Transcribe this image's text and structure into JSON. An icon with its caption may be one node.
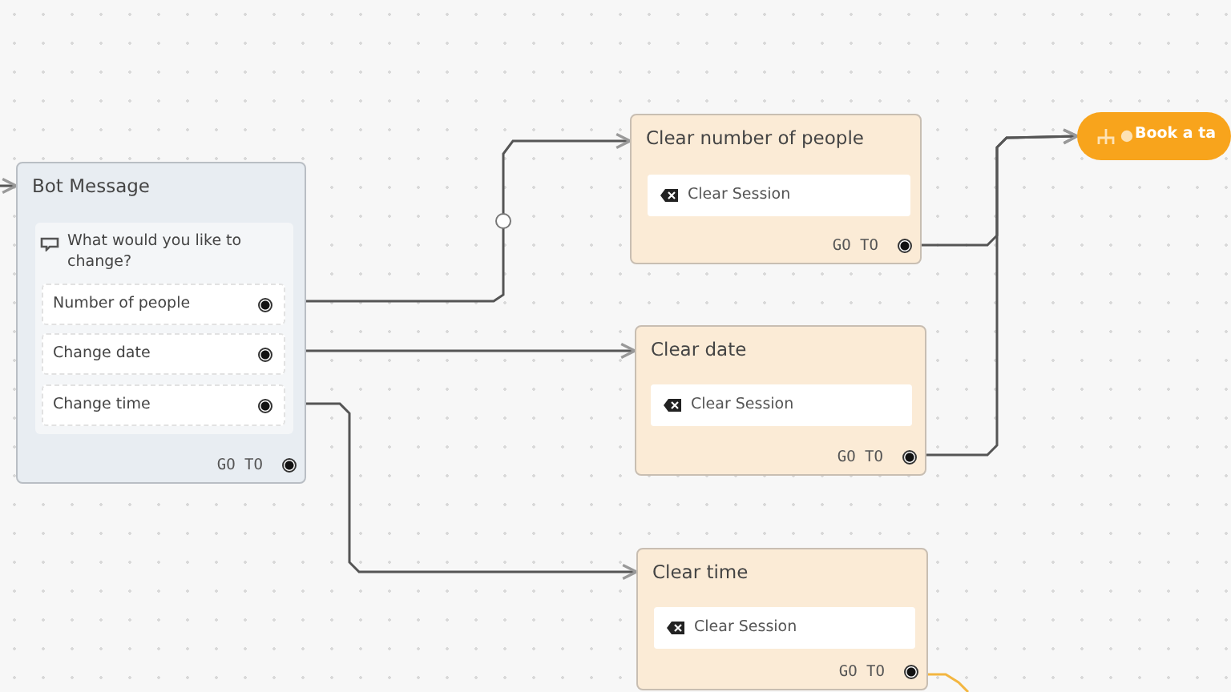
{
  "diagram": {
    "nodes": [
      {
        "text": [
          "Bot Message",
          "GO TO"
        ]
      },
      {
        "text": [
          "What would you like to change?"
        ],
        "in": 0
      },
      {
        "text": [
          "Number of people"
        ],
        "in": 1
      },
      {
        "text": [
          "Change date"
        ],
        "in": 1
      },
      {
        "text": [
          "Change time"
        ],
        "in": 1
      },
      {
        "text": [
          "Clear number of people",
          "GO TO"
        ]
      },
      {
        "text": [
          "Clear Session"
        ],
        "in": 5
      },
      {
        "text": [
          "Clear date",
          "GO TO"
        ]
      },
      {
        "text": [
          "Clear Session"
        ],
        "in": 7
      },
      {
        "text": [
          "Clear time",
          "GO TO"
        ]
      },
      {
        "text": [
          "Clear Session"
        ],
        "in": 9
      },
      {
        "text": [
          "Book a ta"
        ]
      }
    ],
    "edges": [
      {
        "from": null,
        "to": 0,
        "arrow": "to"
      },
      {
        "from": 2,
        "to": 5,
        "arrow": "to"
      },
      {
        "from": 3,
        "to": 7,
        "arrow": "to"
      },
      {
        "from": 4,
        "to": 9,
        "arrow": "to"
      },
      {
        "from": 5,
        "to": 11,
        "arrow": "to"
      },
      {
        "from": 7,
        "to": 11,
        "arrow": "to"
      },
      {
        "from": 9,
        "to": null,
        "arrow": "none",
        "color": "#f3b640"
      }
    ]
  }
}
